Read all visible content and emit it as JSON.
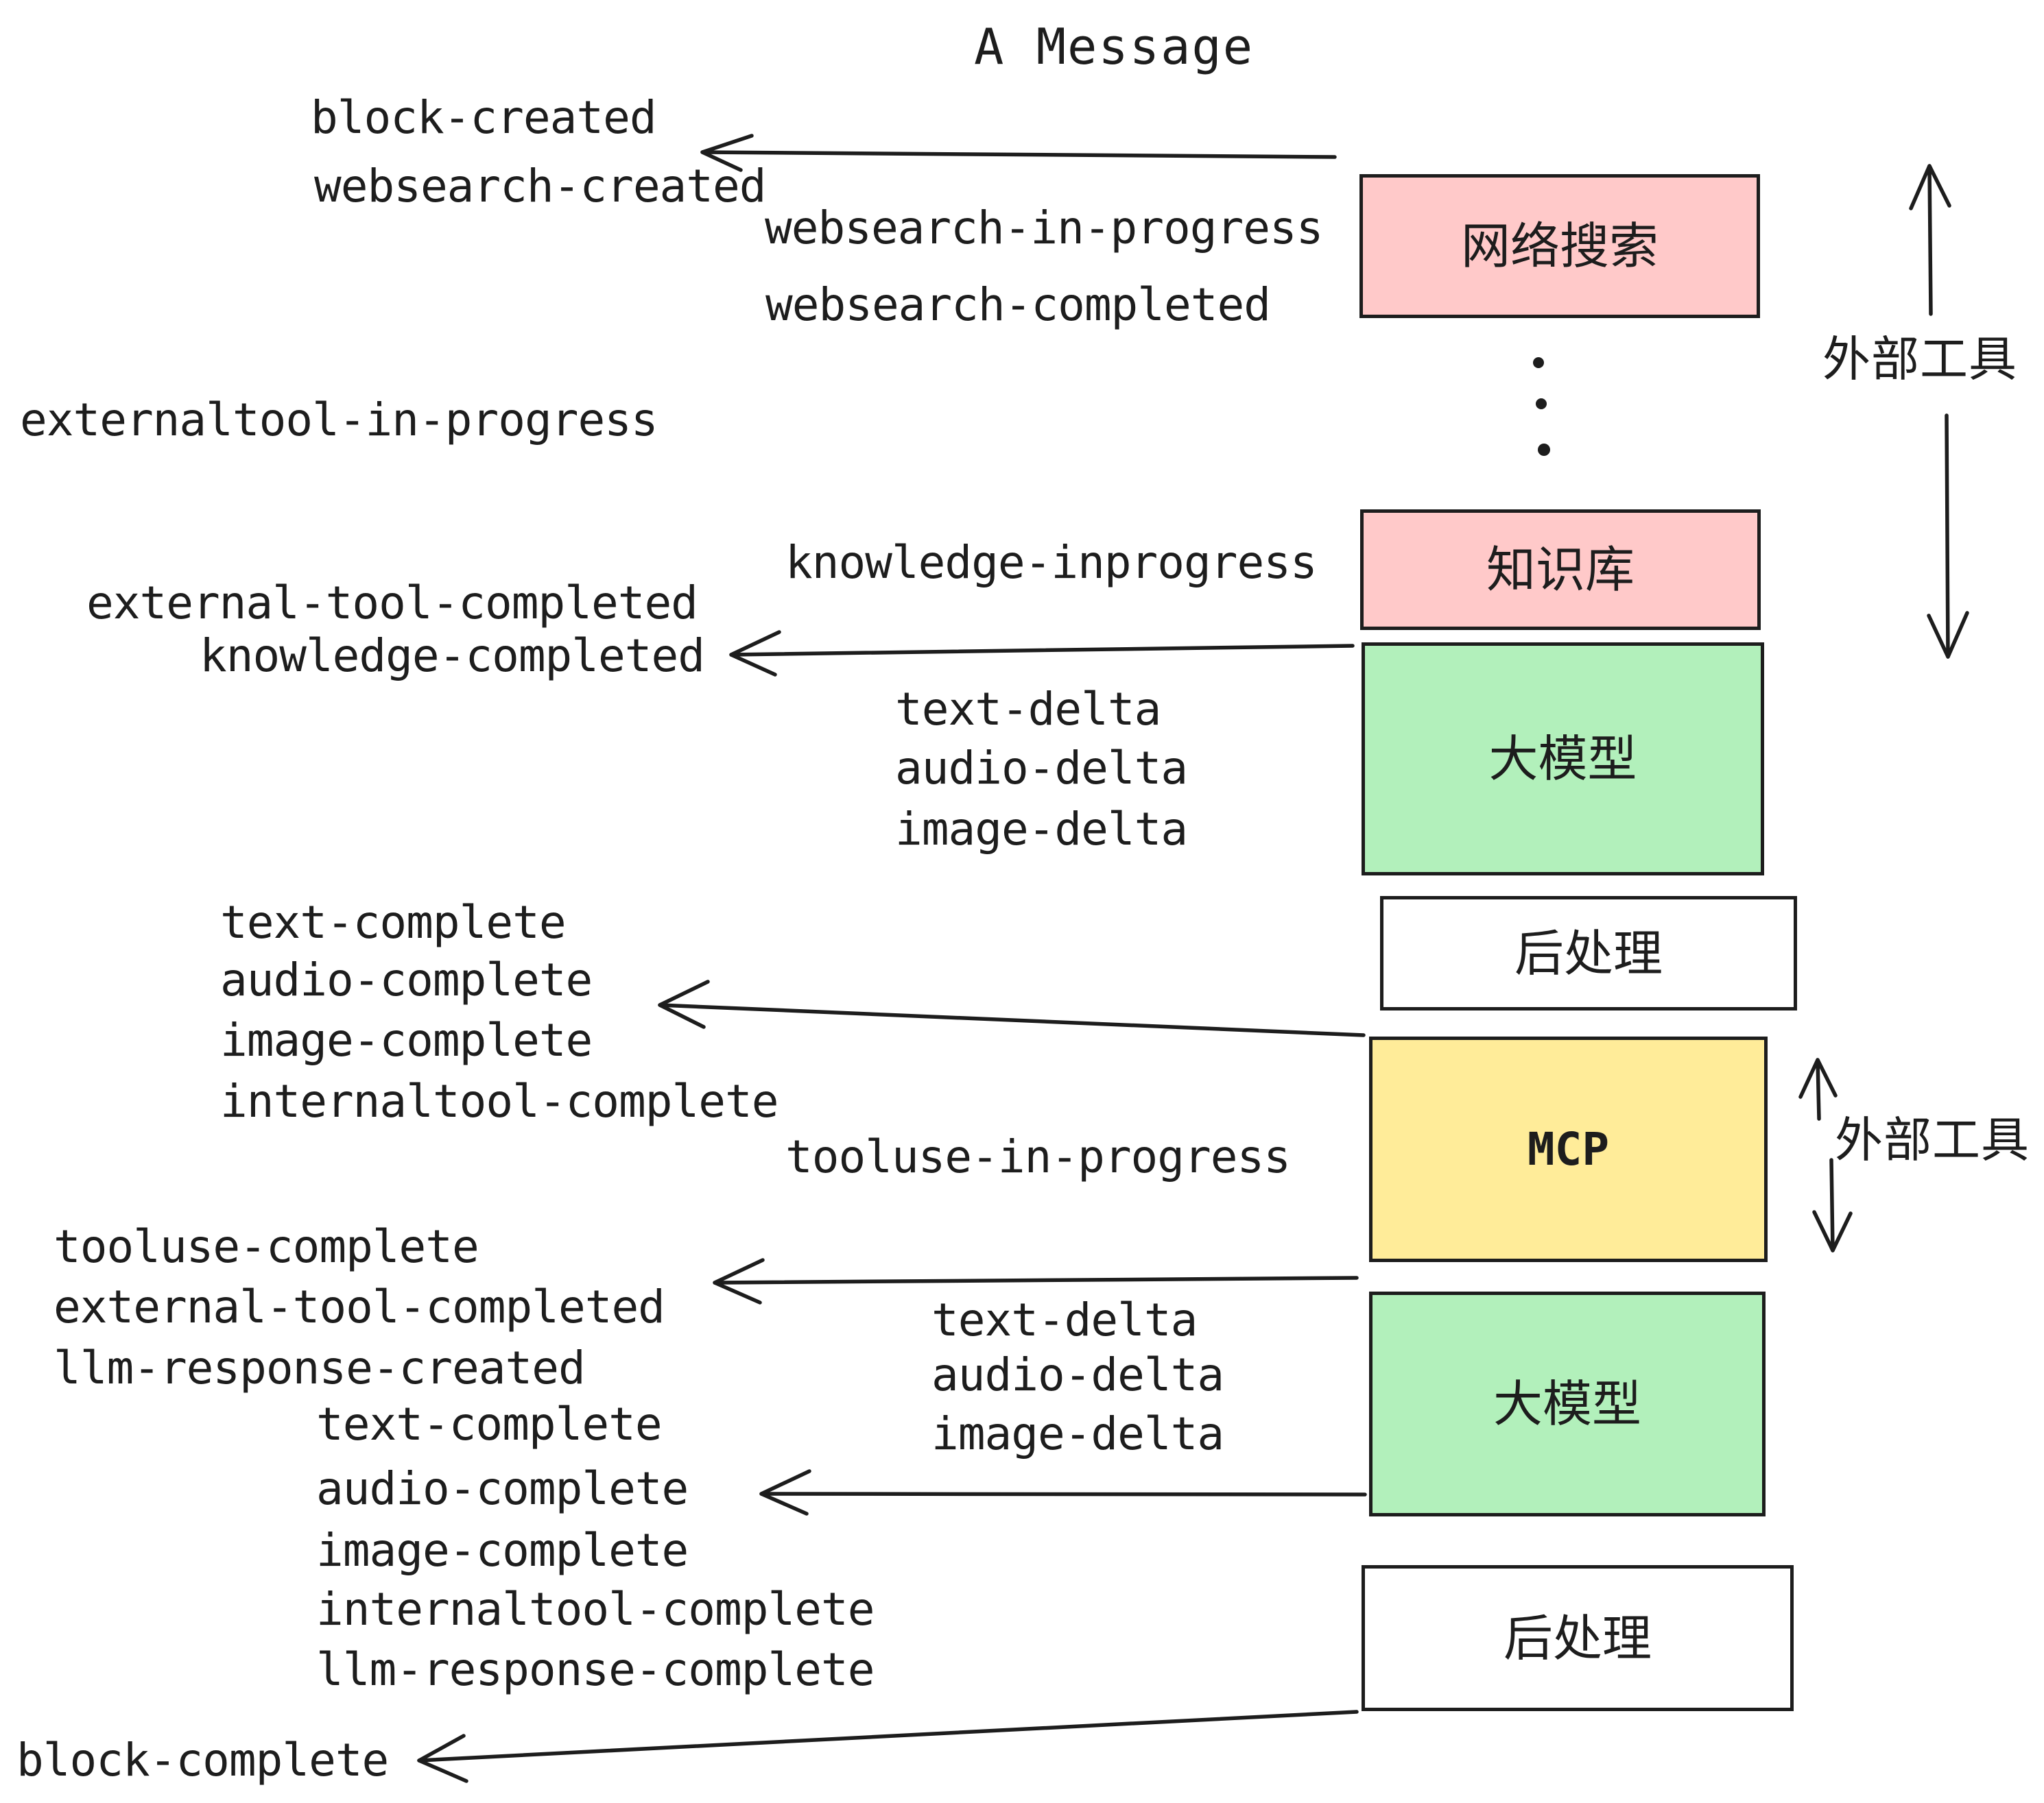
{
  "title": "A Message",
  "colors": {
    "ink": "#1d1d1d",
    "pink": "#ffc9c9",
    "green": "#b2f0bb",
    "yellow": "#ffec99",
    "white": "#ffffff"
  },
  "nodes": [
    {
      "key": "websearch",
      "label": "网络搜索",
      "fill": "#ffc9c9"
    },
    {
      "key": "knowledge",
      "label": "知识库",
      "fill": "#ffc9c9"
    },
    {
      "key": "llm-1",
      "label": "大模型",
      "fill": "#b2f0bb"
    },
    {
      "key": "post-1",
      "label": "后处理",
      "fill": "#ffffff"
    },
    {
      "key": "mcp",
      "label": "MCP",
      "fill": "#ffec99"
    },
    {
      "key": "llm-2",
      "label": "大模型",
      "fill": "#b2f0bb"
    },
    {
      "key": "post-2",
      "label": "后处理",
      "fill": "#ffffff"
    }
  ],
  "events": {
    "block_created": "block-created",
    "websearch_created": "websearch-created",
    "websearch_in_progress": "websearch-in-progress",
    "websearch_completed": "websearch-completed",
    "externaltool_in_progress": "externaltool-in-progress",
    "knowledge_inprogress": "knowledge-inprogress",
    "external_tool_completed": "external-tool-completed",
    "knowledge_completed": "knowledge-completed",
    "text_delta_1": "text-delta",
    "audio_delta_1": "audio-delta",
    "image_delta_1": "image-delta",
    "text_complete_1": "text-complete",
    "audio_complete_1": "audio-complete",
    "image_complete_1": "image-complete",
    "internaltool_complete_1": "internaltool-complete",
    "tooluse_in_progress": "tooluse-in-progress",
    "tooluse_complete": "tooluse-complete",
    "external_tool_completed_2": "external-tool-completed",
    "llm_response_created": "llm-response-created",
    "text_delta_2": "text-delta",
    "audio_delta_2": "audio-delta",
    "image_delta_2": "image-delta",
    "text_complete_2": "text-complete",
    "audio_complete_2": "audio-complete",
    "image_complete_2": "image-complete",
    "internaltool_complete_2": "internaltool-complete",
    "llm_response_complete": "llm-response-complete",
    "block_complete": "block-complete"
  },
  "annotations": {
    "external_tools_top": "外部工具",
    "external_tools_mcp": "外部工具"
  }
}
